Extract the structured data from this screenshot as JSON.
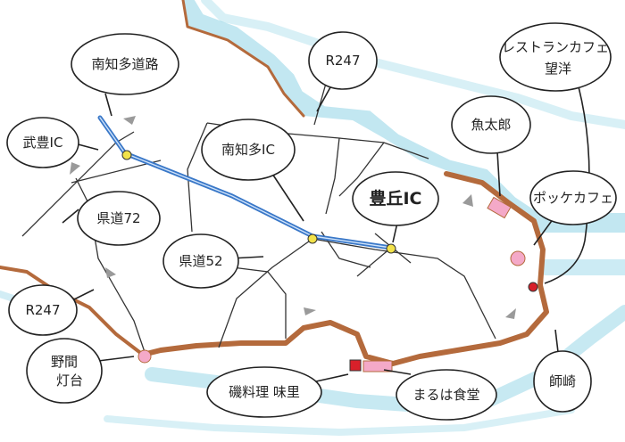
{
  "labels": {
    "minami_chita_road": "南知多道路",
    "taketoyo_ic": "武豊IC",
    "kendo72": "県道72",
    "r247_top": "R247",
    "r247_left": "R247",
    "minami_chita_ic": "南知多IC",
    "kendo52": "県道52",
    "toyooka_ic": "豊丘IC",
    "nomazaki_lighthouse_l1": "野間",
    "nomazaki_lighthouse_l2": "灯台",
    "iso_ryori": "磯料理 味里",
    "maruha": "まるは食堂",
    "uotaro": "魚太郎",
    "restaurant_cafe_l1": "レストランカフェ",
    "restaurant_cafe_l2": "望洋",
    "pocket_cafe": "ポッケカフェ",
    "morosaki": "師崎"
  },
  "colors": {
    "sea": "#8fd3e6",
    "coast": "#b46a3c",
    "highway": "#3a78c8",
    "ic_marker": "#f2e24a",
    "spot_pink": "#f4a9c8",
    "spot_red": "#d8202a",
    "arrow_gray": "#9a9a9a"
  }
}
